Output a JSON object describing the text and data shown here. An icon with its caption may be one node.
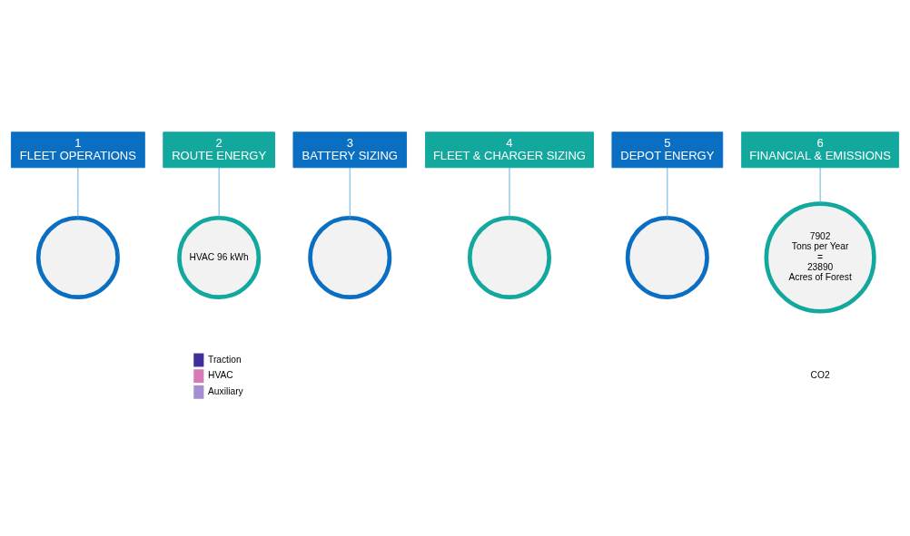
{
  "diagram": {
    "nodes": [
      {
        "text": [
          "1",
          "FLEET OPERATIONS"
        ]
      },
      {
        "text": [],
        "shape": "circle"
      },
      {
        "text": [
          "2",
          "ROUTE ENERGY"
        ]
      },
      {
        "text": [
          "HVAC 96 kWh"
        ]
      },
      {
        "text": [
          "3",
          "BATTERY SIZING"
        ]
      },
      {
        "text": [],
        "shape": "circle"
      },
      {
        "text": [
          "4",
          "FLEET & CHARGER SIZING"
        ]
      },
      {
        "text": [],
        "shape": "circle"
      },
      {
        "text": [
          "5",
          "DEPOT ENERGY"
        ]
      },
      {
        "text": [],
        "shape": "circle"
      },
      {
        "text": [
          "6",
          "FINANCIAL & EMISSIONS"
        ]
      },
      {
        "text": [
          "7902",
          "Tons per Year",
          "=",
          "23890",
          "Acres of Forest"
        ]
      }
    ],
    "edges": [
      {
        "from": 0,
        "to": 1,
        "arrow": "none"
      },
      {
        "from": 2,
        "to": 3,
        "arrow": "none"
      },
      {
        "from": 4,
        "to": 5,
        "arrow": "none"
      },
      {
        "from": 6,
        "to": 7,
        "arrow": "none"
      },
      {
        "from": 8,
        "to": 9,
        "arrow": "none"
      },
      {
        "from": 10,
        "to": 11,
        "arrow": "none"
      }
    ],
    "labels": [
      "CO2"
    ],
    "legend": [
      {
        "text": "Traction",
        "color": "#3f2f9a"
      },
      {
        "text": "HVAC",
        "color": "#d67bb5"
      },
      {
        "text": "Auxiliary",
        "color": "#a58fd0"
      }
    ]
  }
}
